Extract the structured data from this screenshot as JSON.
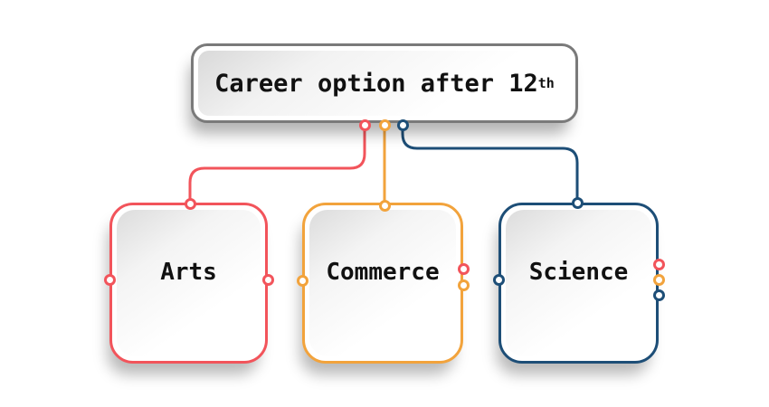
{
  "title": {
    "text": "Career option after 12",
    "superscript": "th"
  },
  "colors": {
    "title_border": "#7a7a7a",
    "red": "#f2545b",
    "orange": "#f2a33c",
    "navy": "#1d4e77"
  },
  "nodes": [
    {
      "id": "arts",
      "label": "Arts",
      "color": "#f2545b"
    },
    {
      "id": "commerce",
      "label": "Commerce",
      "color": "#f2a33c"
    },
    {
      "id": "science",
      "label": "Science",
      "color": "#1d4e77"
    }
  ]
}
